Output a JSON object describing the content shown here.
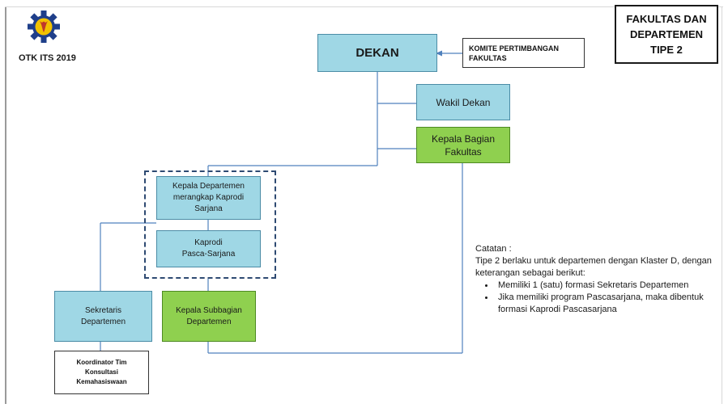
{
  "header": {
    "otk_label": "OTK ITS 2019",
    "type_title": [
      "FAKULTAS DAN",
      "DEPARTEMEN",
      "TIPE 2"
    ]
  },
  "org": {
    "dekan": "DEKAN",
    "komite": [
      "KOMITE PERTIMBANGAN",
      "FAKULTAS"
    ],
    "wakil_dekan": "Wakil Dekan",
    "kepala_bagian": [
      "Kepala Bagian",
      "Fakultas"
    ],
    "kepala_departemen": [
      "Kepala Departemen",
      "merangkap Kaprodi",
      "Sarjana"
    ],
    "kaprodi_pasca": [
      "Kaprodi",
      "Pasca-Sarjana"
    ],
    "sekretaris": [
      "Sekretaris",
      "Departemen"
    ],
    "kepala_subbagian": [
      "Kepala Subbagian",
      "Departemen"
    ],
    "koordinator": [
      "Koordinator Tim",
      "Konsultasi",
      "Kemahasiswaan"
    ]
  },
  "notes": {
    "heading": "Catatan :",
    "intro": "Tipe 2 berlaku untuk departemen dengan Klaster D, dengan keterangan sebagai berikut:",
    "items": [
      "Memiliki 1 (satu) formasi Sekretaris Departemen",
      "Jika memiliki program Pascasarjana, maka dibentuk formasi Kaprodi Pascasarjana"
    ]
  },
  "colors": {
    "blue_box": "#9fd7e5",
    "green_box": "#8fd04f",
    "connector": "#4f81bd",
    "dashed_border": "#2e4a72"
  }
}
